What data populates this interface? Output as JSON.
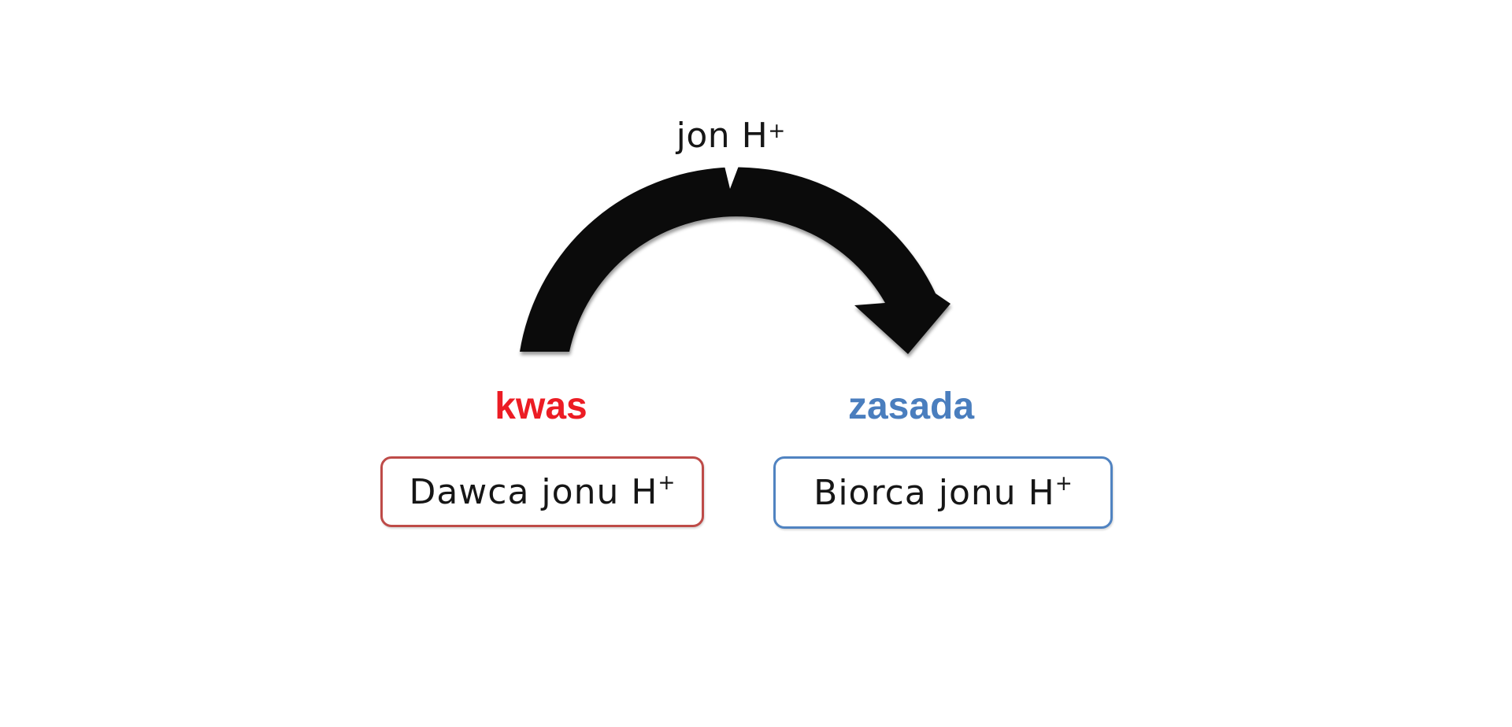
{
  "colors": {
    "background": "#FFFFFF",
    "arrow": "#0B0B0B",
    "acid_text": "#EC1C24",
    "acid_border": "#BE4B48",
    "base_text": "#4A7EBE",
    "base_border": "#5083C1",
    "box_text": "#161616"
  },
  "diagram": {
    "ion_label": {
      "text": "jon H",
      "superscript": "+"
    },
    "arrow": {
      "shape": "curved-arc-arrow",
      "direction": "left-to-right"
    },
    "acid": {
      "role_label": "kwas",
      "box_label": {
        "text": "Dawca jonu H",
        "superscript": "+"
      }
    },
    "base": {
      "role_label": "zasada",
      "box_label": {
        "text": "Biorca jonu H",
        "superscript": "+"
      }
    }
  }
}
